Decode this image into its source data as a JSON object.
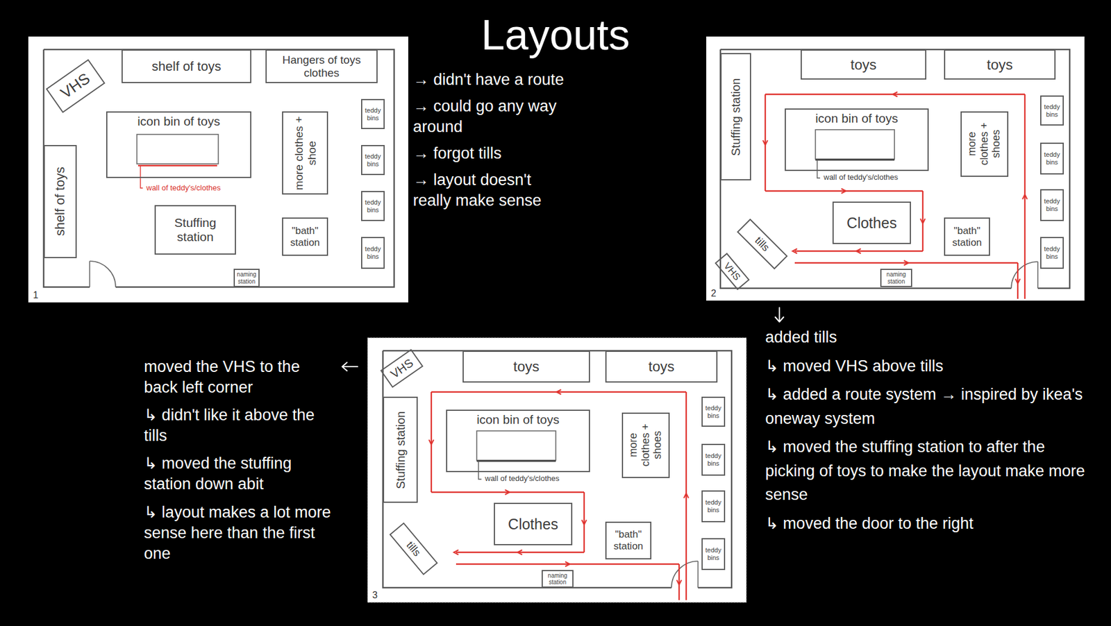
{
  "diagram": {
    "title": "Layouts",
    "nodes": [
      {
        "text": [
          "1"
        ]
      },
      {
        "text": [
          "VHS"
        ],
        "in": 0
      },
      {
        "text": [
          "shelf of toys"
        ],
        "in": 0
      },
      {
        "text": [
          "Hangers of toys clothes"
        ],
        "in": 0
      },
      {
        "text": [
          "teddy bins"
        ],
        "in": 0
      },
      {
        "text": [
          "icon bin of toys"
        ],
        "in": 0
      },
      {
        "text": [
          "more clothes + shoe"
        ],
        "in": 0
      },
      {
        "text": [
          "teddy bins"
        ],
        "in": 0
      },
      {
        "text": [
          "shelf of toys"
        ],
        "in": 0
      },
      {
        "text": [
          "Stuffing station"
        ],
        "in": 0
      },
      {
        "text": [
          "teddy bins"
        ],
        "in": 0
      },
      {
        "text": [
          "\"bath\" station"
        ],
        "in": 0
      },
      {
        "text": [
          "teddy bins"
        ],
        "in": 0
      },
      {
        "text": [
          "naming station"
        ],
        "in": 0
      },
      {
        "text": [
          "2"
        ]
      },
      {
        "text": [
          "toys"
        ],
        "in": 14
      },
      {
        "text": [
          "toys"
        ],
        "in": 14
      },
      {
        "text": [
          "Stuffing station"
        ],
        "in": 14
      },
      {
        "text": [
          "teddy bins"
        ],
        "in": 14
      },
      {
        "text": [
          "icon bin of toys"
        ],
        "in": 14
      },
      {
        "text": [
          "more clothes + shoes"
        ],
        "in": 14
      },
      {
        "text": [
          "teddy bins"
        ],
        "in": 14
      },
      {
        "text": [
          "Clothes"
        ],
        "in": 14
      },
      {
        "text": [
          "teddy bins"
        ],
        "in": 14
      },
      {
        "text": [
          "tills"
        ],
        "in": 14
      },
      {
        "text": [
          "\"bath\" station"
        ],
        "in": 14
      },
      {
        "text": [
          "teddy bins"
        ],
        "in": 14
      },
      {
        "text": [
          "VHS"
        ],
        "in": 14
      },
      {
        "text": [
          "naming station"
        ],
        "in": 14
      },
      {
        "text": [
          "3"
        ]
      },
      {
        "text": [
          "VHS"
        ],
        "in": 29
      },
      {
        "text": [
          "toys"
        ],
        "in": 29
      },
      {
        "text": [
          "toys"
        ],
        "in": 29
      },
      {
        "text": [
          "Stuffing station"
        ],
        "in": 29
      },
      {
        "text": [
          "teddy bins"
        ],
        "in": 29
      },
      {
        "text": [
          "icon bin of toys"
        ],
        "in": 29
      },
      {
        "text": [
          "more clothes + shoes"
        ],
        "in": 29
      },
      {
        "text": [
          "teddy bins"
        ],
        "in": 29
      },
      {
        "text": [
          "Clothes"
        ],
        "in": 29
      },
      {
        "text": [
          "teddy bins"
        ],
        "in": 29
      },
      {
        "text": [
          "\"bath\" station"
        ],
        "in": 29
      },
      {
        "text": [
          "tills"
        ],
        "in": 29
      },
      {
        "text": [
          "teddy bins"
        ],
        "in": 29
      },
      {
        "text": [
          "naming station"
        ],
        "in": 29
      }
    ],
    "labels": [
      "wall of teddy's/clothes",
      "→ didn't have a route",
      "→ could go any way around",
      "→ forgot tills",
      "→ layout doesn't really make sense",
      "wall of teddy's/clothes",
      "added tills",
      "↳ moved VHS above tills",
      "↳ added a route system → inspired by ikea's oneway system",
      "↳ moved the stuffing station to after the picking of toys to make the layout make more sense",
      "↳ moved the door to the right",
      "moved the VHS to the back left corner",
      "↳ didn't like it above the tills",
      "↳ moved the stuffing station down abit",
      "↳ layout makes a lot more sense here than the first one",
      "wall of teddy's/clothes"
    ]
  }
}
